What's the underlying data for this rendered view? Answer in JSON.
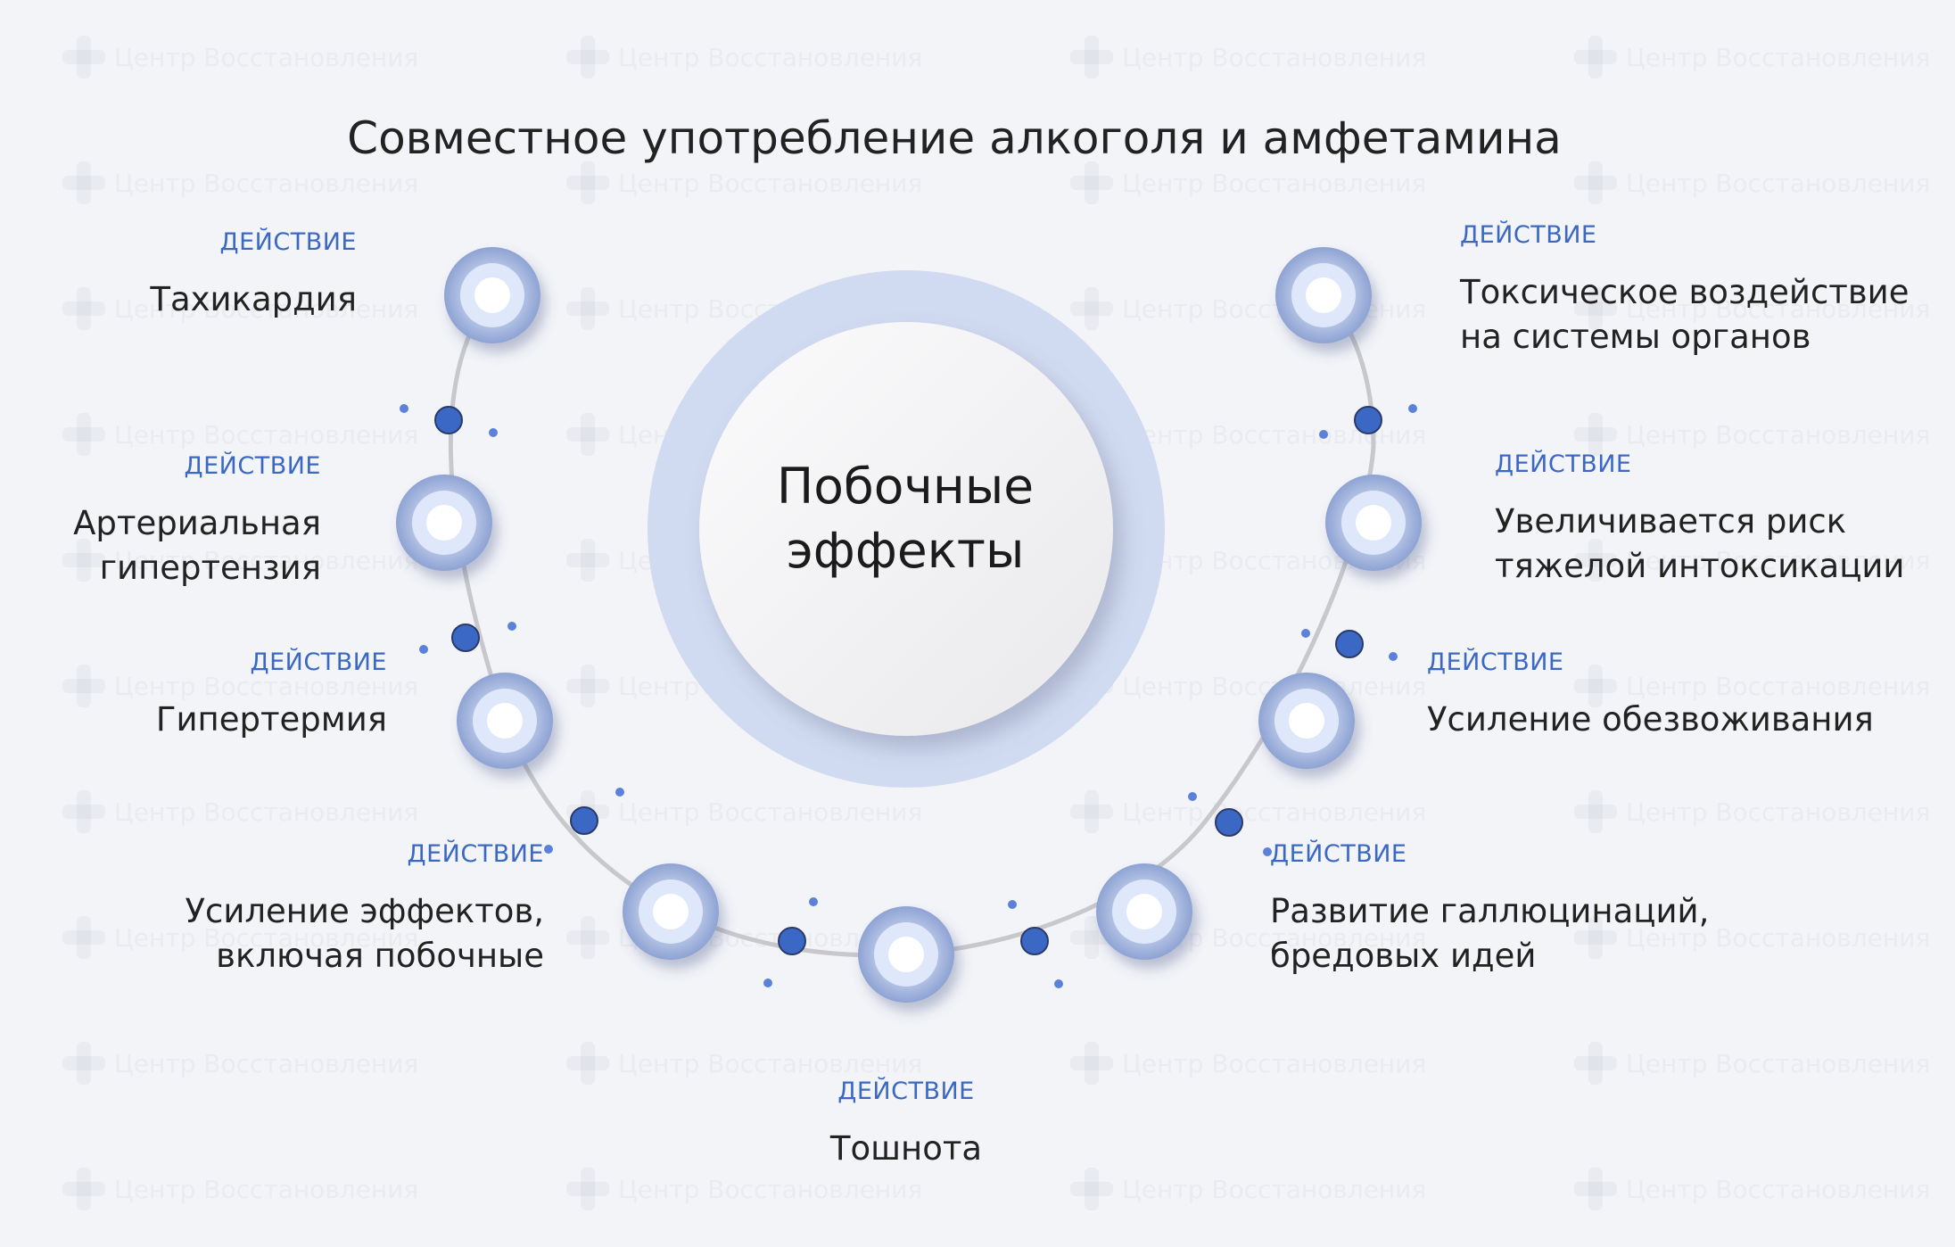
{
  "watermark": "Центр Восстановления",
  "title": "Совместное употребление алкоголя и амфетамина",
  "center_label": "Побочные эффекты",
  "colors": {
    "accent": "#3b68c4",
    "node_ring": "#a9b8dd",
    "halo": "#d0daf0",
    "arc": "#c8c8cc",
    "background": "#f3f4f8"
  },
  "items": [
    {
      "tag": "ДЕЙСТВИЕ",
      "text": "Тахикардия"
    },
    {
      "tag": "ДЕЙСТВИЕ",
      "text": "Артериальная\nгипертензия"
    },
    {
      "tag": "ДЕЙСТВИЕ",
      "text": "Гипертермия"
    },
    {
      "tag": "ДЕЙСТВИЕ",
      "text": "Усиление эффектов,\nвключая побочные"
    },
    {
      "tag": "ДЕЙСТВИЕ",
      "text": "Тошнота"
    },
    {
      "tag": "ДЕЙСТВИЕ",
      "text": "Развитие галлюцинаций,\nбредовых идей"
    },
    {
      "tag": "ДЕЙСТВИЕ",
      "text": "Усиление обезвоживания"
    },
    {
      "tag": "ДЕЙСТВИЕ",
      "text": "Увеличивается риск\nтяжелой интоксикации"
    },
    {
      "tag": "ДЕЙСТВИЕ",
      "text": "Токсическое воздействие\nна системы органов"
    }
  ]
}
